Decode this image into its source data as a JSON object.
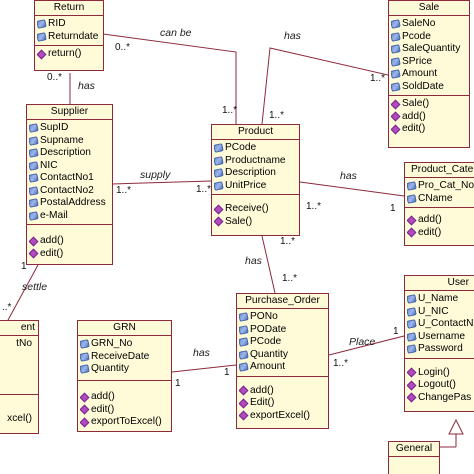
{
  "classes": {
    "return": {
      "name": "Return",
      "attributes": [
        "RID",
        "Returndate"
      ],
      "methods": [
        "return()"
      ]
    },
    "sale": {
      "name": "Sale",
      "attributes": [
        "SaleNo",
        "Pcode",
        "SaleQuantity",
        "SPrice",
        "Amount",
        "SoldDate"
      ],
      "methods": [
        "Sale()",
        "add()",
        "edit()"
      ]
    },
    "supplier": {
      "name": "Supplier",
      "attributes": [
        "SupID",
        "Supname",
        "Description",
        "NIC",
        "ContactNo1",
        "ContactNo2",
        "PostalAddress",
        "e-Mail"
      ],
      "methods": [
        "add()",
        "edit()"
      ]
    },
    "product": {
      "name": "Product",
      "attributes": [
        "PCode",
        "Productname",
        "Description",
        "UnitPrice"
      ],
      "methods": [
        "Receive()",
        "Sale()"
      ]
    },
    "product_category": {
      "name": "Product_Cate",
      "attributes": [
        "Pro_Cat_No",
        "CName"
      ],
      "methods": [
        "add()",
        "edit()"
      ]
    },
    "partial_left": {
      "name": "ent",
      "attributes": [
        "tNo"
      ],
      "methods": [
        "xcel()"
      ]
    },
    "grn": {
      "name": "GRN",
      "attributes": [
        "GRN_No",
        "ReceiveDate",
        "Quantity"
      ],
      "methods": [
        "add()",
        "edit()",
        "exportToExcel()"
      ]
    },
    "purchase_order": {
      "name": "Purchase_Order",
      "attributes": [
        "PONo",
        "PODate",
        "PCode",
        "Quantity",
        "Amount"
      ],
      "methods": [
        "add()",
        "Edit()",
        "exportExcel()"
      ]
    },
    "user": {
      "name": "User",
      "attributes": [
        "U_Name",
        "U_NIC",
        "U_ContactN",
        "Username",
        "Password"
      ],
      "methods": [
        "Login()",
        "Logout()",
        "ChangePas"
      ]
    },
    "general": {
      "name": "General"
    }
  },
  "associations": {
    "return_product": "can be",
    "return_supplier": "has",
    "sale_product": "has",
    "supplier_product": "supply",
    "product_category": "has",
    "product_po": "has",
    "supplier_settle": "settle",
    "grn_po": "has",
    "po_user": "Place"
  },
  "multiplicities": {
    "return_to_product_end": "0..*",
    "return_supplier_end": "0..*",
    "product_from_return": "1..*",
    "product_from_sale": "1..*",
    "sale_end": "1..*",
    "supplier_supply_end": "1..*",
    "product_supply_end": "1..*",
    "product_cat_end": "1..*",
    "category_end": "1",
    "product_po_end": "1..*",
    "po_product_end": "1..*",
    "supplier_settle_end": "1",
    "settle_far_end": "..*",
    "grn_end": "1",
    "po_grn_end": "1",
    "po_user_end": "1..*",
    "user_po_end": "1"
  }
}
